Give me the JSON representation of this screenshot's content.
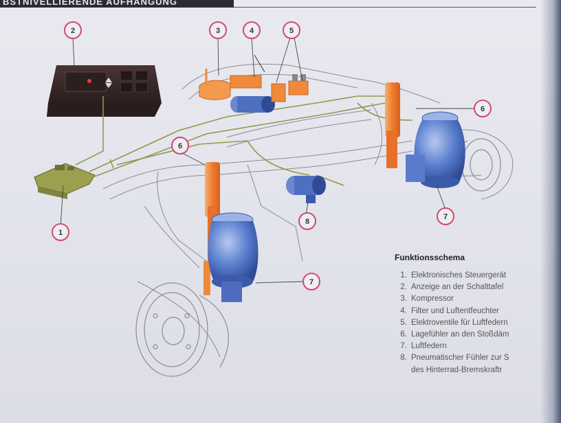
{
  "header": {
    "title": "BSTNIVELLIERENDE AUFHÄNGUNG"
  },
  "callouts": [
    "1",
    "2",
    "3",
    "4",
    "5",
    "6",
    "6",
    "7",
    "7",
    "8"
  ],
  "legend": {
    "title": "Funktionsschema",
    "items": [
      {
        "num": "1.",
        "text": "Elektronisches Steuergerät"
      },
      {
        "num": "2.",
        "text": "Anzeige an der Schalttafel"
      },
      {
        "num": "3.",
        "text": "Kompressor"
      },
      {
        "num": "4.",
        "text": "Filter und Luftentfeuchter"
      },
      {
        "num": "5.",
        "text": "Elektroventile für Luftfedern"
      },
      {
        "num": "6.",
        "text": "Lagefühler an den Stoßdäm"
      },
      {
        "num": "7.",
        "text": "Luftfedern"
      },
      {
        "num": "8.",
        "text": "Pneumatischer Fühler zur S"
      }
    ],
    "item8_cont": "des Hinterrad-Bremskraftr"
  },
  "colors": {
    "callout_ring": "#d04a6e",
    "orange_part": "#f08a3a",
    "blue_part": "#3f63b8",
    "tube_green": "#8f9a4a",
    "panel_dark": "#3a2a2a"
  }
}
